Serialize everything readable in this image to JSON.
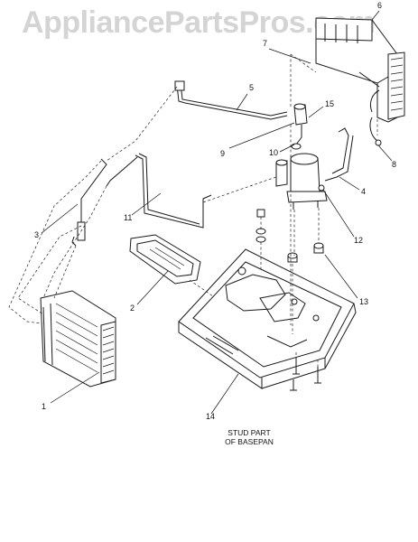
{
  "watermark": "AppliancePartsPros.com",
  "callouts": [
    {
      "id": "c1",
      "label": "1"
    },
    {
      "id": "c2",
      "label": "2"
    },
    {
      "id": "c3",
      "label": "3"
    },
    {
      "id": "c4",
      "label": "4"
    },
    {
      "id": "c5",
      "label": "5"
    },
    {
      "id": "c6",
      "label": "6"
    },
    {
      "id": "c7",
      "label": "7"
    },
    {
      "id": "c8",
      "label": "8"
    },
    {
      "id": "c9",
      "label": "9"
    },
    {
      "id": "c10",
      "label": "10"
    },
    {
      "id": "c11",
      "label": "11"
    },
    {
      "id": "c12",
      "label": "12"
    },
    {
      "id": "c13",
      "label": "13"
    },
    {
      "id": "c14",
      "label": "14"
    },
    {
      "id": "c15",
      "label": "15"
    }
  ],
  "note": {
    "line1": "STUD PART",
    "line2": "OF BASEPAN"
  }
}
